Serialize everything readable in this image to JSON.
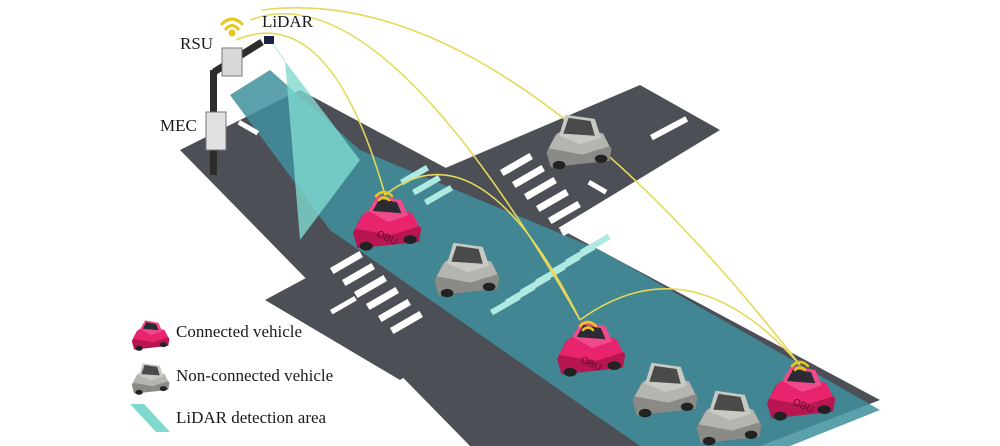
{
  "labels": {
    "rsu": "RSU",
    "lidar": "LiDAR",
    "mec": "MEC",
    "obu": "OBU"
  },
  "legend": [
    {
      "label": "Connected vehicle",
      "icon": "connected-car-icon"
    },
    {
      "label": "Non-connected vehicle",
      "icon": "non-connected-car-icon"
    },
    {
      "label": "LiDAR detection area",
      "icon": "lidar-area-icon"
    }
  ],
  "colors": {
    "road": "#4d4f57",
    "lidar_area": "#3f8f9c",
    "lidar_beam": "#7fd9cf",
    "connected": "#e8246d",
    "non_connected": "#b5b5b0",
    "link": "#e7d85a"
  }
}
